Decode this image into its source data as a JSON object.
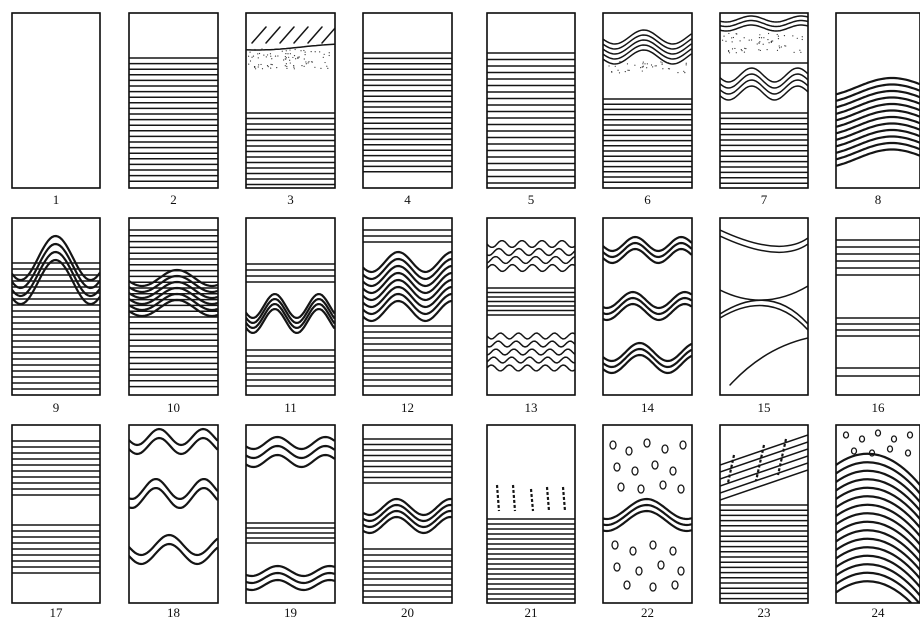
{
  "panels": [
    {
      "id": "1",
      "label": "1"
    },
    {
      "id": "2",
      "label": "2"
    },
    {
      "id": "3",
      "label": "3"
    },
    {
      "id": "4",
      "label": "4"
    },
    {
      "id": "5",
      "label": "5"
    },
    {
      "id": "6",
      "label": "6"
    },
    {
      "id": "7",
      "label": "7"
    },
    {
      "id": "8",
      "label": "8"
    },
    {
      "id": "9",
      "label": "9"
    },
    {
      "id": "10",
      "label": "10"
    },
    {
      "id": "11",
      "label": "11"
    },
    {
      "id": "12",
      "label": "12"
    },
    {
      "id": "13",
      "label": "13"
    },
    {
      "id": "14",
      "label": "14"
    },
    {
      "id": "15",
      "label": "15"
    },
    {
      "id": "16",
      "label": "16"
    },
    {
      "id": "17",
      "label": "17"
    },
    {
      "id": "18",
      "label": "18"
    },
    {
      "id": "19",
      "label": "19"
    },
    {
      "id": "20",
      "label": "20"
    },
    {
      "id": "21",
      "label": "21"
    },
    {
      "id": "22",
      "label": "22"
    },
    {
      "id": "23",
      "label": "23"
    },
    {
      "id": "24",
      "label": "24"
    }
  ]
}
